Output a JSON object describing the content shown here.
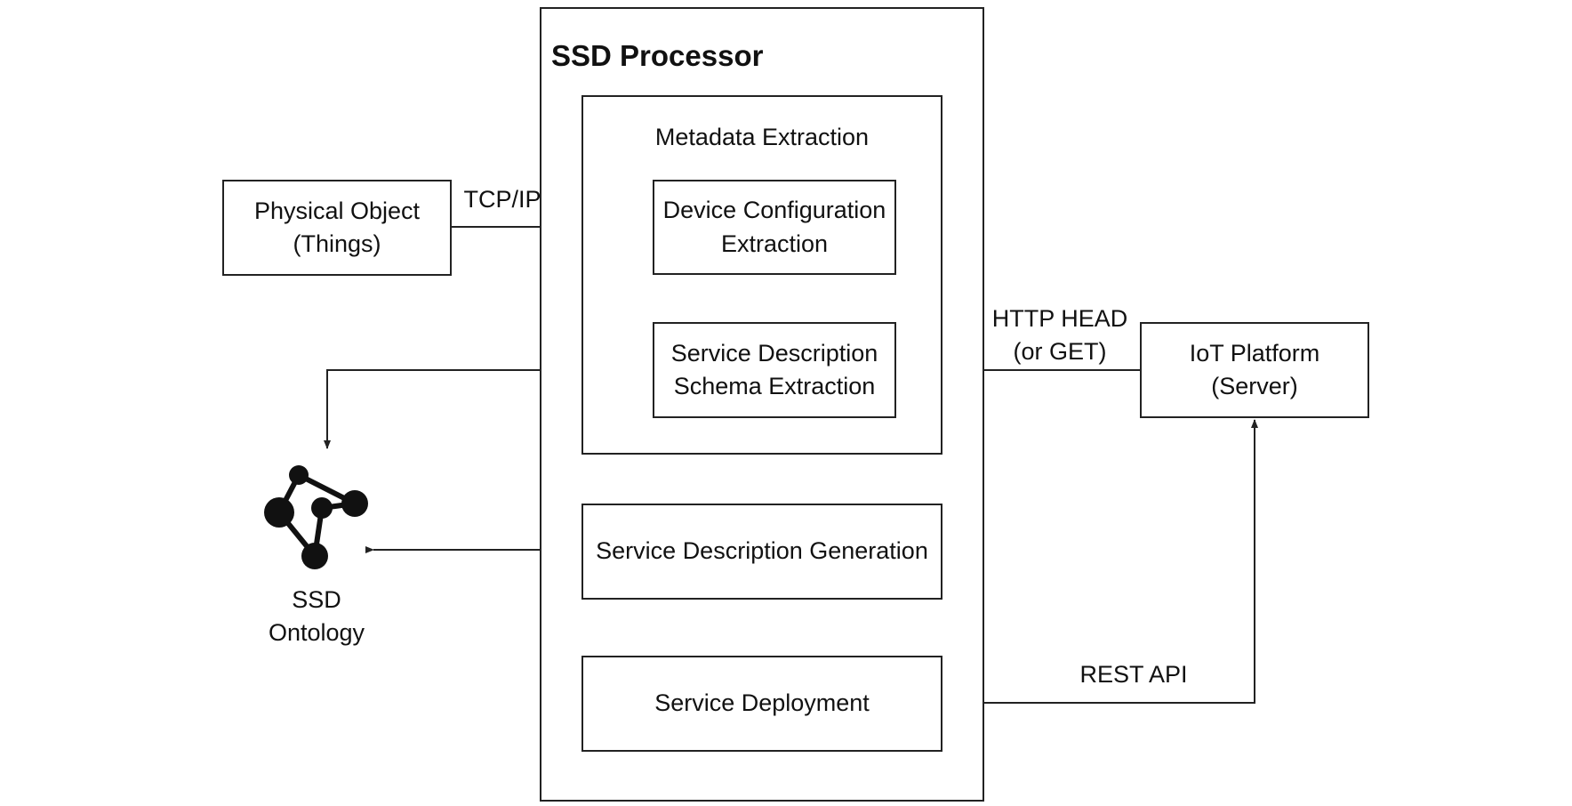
{
  "processor": {
    "title": "SSD Processor"
  },
  "metadata": {
    "title": "Metadata Extraction",
    "device_config": "Device Configuration\nExtraction",
    "schema_extraction": "Service Description\nSchema Extraction"
  },
  "generation": "Service Description Generation",
  "deployment": "Service Deployment",
  "physical_object": "Physical Object\n(Things)",
  "iot_platform": "IoT Platform\n(Server)",
  "ontology": {
    "label": "SSD\nOntology",
    "icon": "ontology-graph-icon"
  },
  "edges": {
    "tcp_ip": "TCP/IP",
    "http_head": "HTTP HEAD\n(or GET)",
    "rest_api": "REST API"
  }
}
